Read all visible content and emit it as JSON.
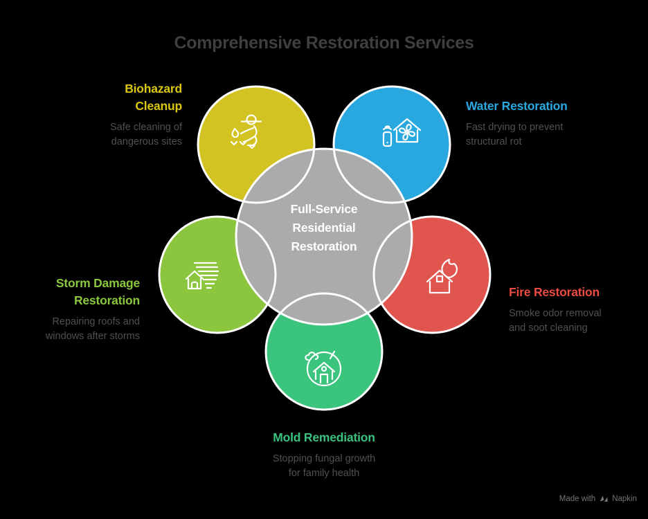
{
  "title": "Comprehensive Restoration Services",
  "center": {
    "lines": [
      "Full-Service",
      "Residential",
      "Restoration"
    ],
    "color": "#ababab",
    "text_color": "#ffffff"
  },
  "services": [
    {
      "name": "Biohazard Cleanup",
      "title_lines": [
        "Biohazard",
        "Cleanup"
      ],
      "desc_lines": [
        "Safe cleaning of",
        "dangerous sites"
      ],
      "color": "#d3c322",
      "text_color": "#d8c613",
      "icon": "decontamination-worker-icon"
    },
    {
      "name": "Water Restoration",
      "title_lines": [
        "Water Restoration"
      ],
      "desc_lines": [
        "Fast drying to prevent",
        "structural rot"
      ],
      "color": "#29a8df",
      "text_color": "#2aa9e0",
      "icon": "house-drying-fan-icon"
    },
    {
      "name": "Storm Damage Restoration",
      "title_lines": [
        "Storm Damage",
        "Restoration"
      ],
      "desc_lines": [
        "Repairing roofs and",
        "windows after storms"
      ],
      "color": "#8cc63e",
      "text_color": "#8cc63e",
      "icon": "house-wind-icon"
    },
    {
      "name": "Fire Restoration",
      "title_lines": [
        "Fire Restoration"
      ],
      "desc_lines": [
        "Smoke odor removal",
        "and soot cleaning"
      ],
      "color": "#e0564e",
      "text_color": "#ea4b43",
      "icon": "burning-house-icon"
    },
    {
      "name": "Mold Remediation",
      "title_lines": [
        "Mold Remediation"
      ],
      "desc_lines": [
        "Stopping fungal growth",
        "for family health"
      ],
      "color": "#3bc47d",
      "text_color": "#3bc17f",
      "icon": "mold-inspection-icon"
    }
  ],
  "footer": {
    "made_with": "Made with",
    "brand": "Napkin"
  }
}
